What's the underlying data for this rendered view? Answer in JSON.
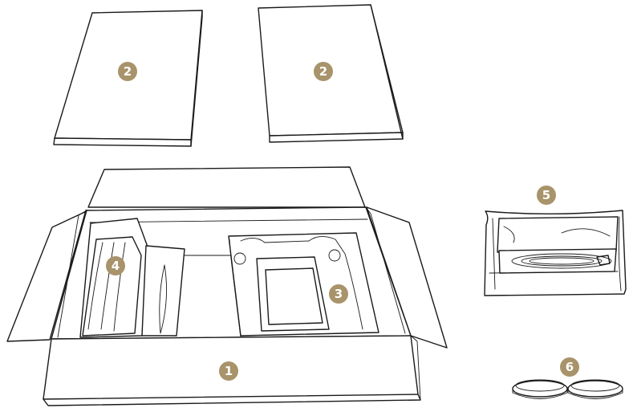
{
  "colors": {
    "badge": "#a8936a",
    "line": "#1a1a1a",
    "background": "#ffffff"
  },
  "callouts": {
    "box": "1",
    "panel_left": "2",
    "panel_right": "2",
    "foam_right": "3",
    "foam_left": "4",
    "accessory_bag": "5",
    "rings": "6"
  }
}
